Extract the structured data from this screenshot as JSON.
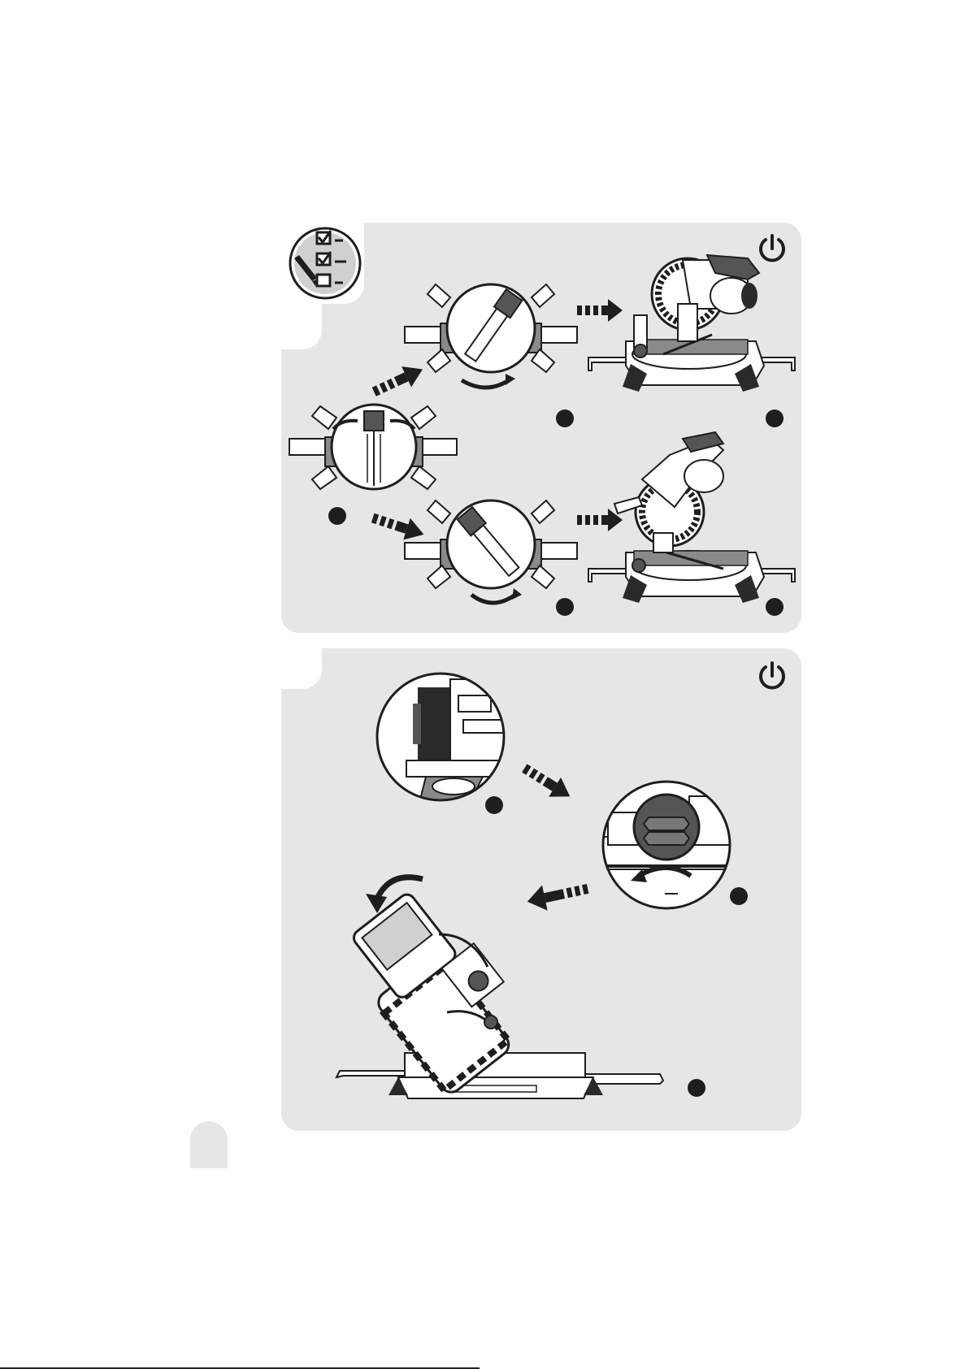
{
  "page": {
    "background": "#ffffff",
    "panel_color": "#e6e6e6",
    "ink_color": "#1e1e1e"
  },
  "panels": [
    {
      "id": "top",
      "icons": [
        "checklist-icon",
        "power-icon"
      ],
      "steps": [
        "step-1",
        "step-2",
        "step-3",
        "step-4",
        "step-5"
      ]
    },
    {
      "id": "bottom",
      "icons": [
        "power-icon"
      ],
      "steps": [
        "step-1",
        "step-2",
        "step-3"
      ]
    }
  ]
}
